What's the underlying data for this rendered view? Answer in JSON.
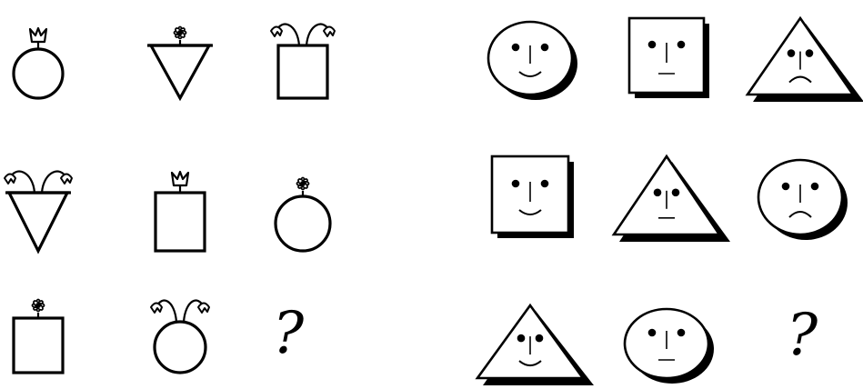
{
  "colors": {
    "ink": "#000000",
    "paper": "#ffffff"
  },
  "left_puzzle": {
    "missing_label": "?",
    "rows": [
      [
        {
          "shape": "circle",
          "flower": "tulip"
        },
        {
          "shape": "triangle-down",
          "flower": "daisy"
        },
        {
          "shape": "square",
          "flower": "bell-pair"
        }
      ],
      [
        {
          "shape": "triangle-down",
          "flower": "bell-pair"
        },
        {
          "shape": "square",
          "flower": "tulip"
        },
        {
          "shape": "circle",
          "flower": "daisy"
        }
      ],
      [
        {
          "shape": "square",
          "flower": "daisy"
        },
        {
          "shape": "circle",
          "flower": "bell-pair"
        },
        {
          "shape": "missing"
        }
      ]
    ]
  },
  "right_puzzle": {
    "missing_label": "?",
    "rows": [
      [
        {
          "shape": "ellipse",
          "mouth": "smile"
        },
        {
          "shape": "square",
          "mouth": "flat"
        },
        {
          "shape": "triangle",
          "mouth": "frown"
        }
      ],
      [
        {
          "shape": "square",
          "mouth": "smile"
        },
        {
          "shape": "triangle",
          "mouth": "flat"
        },
        {
          "shape": "ellipse",
          "mouth": "frown"
        }
      ],
      [
        {
          "shape": "triangle",
          "mouth": "smile"
        },
        {
          "shape": "ellipse",
          "mouth": "flat"
        },
        {
          "shape": "missing"
        }
      ]
    ]
  }
}
